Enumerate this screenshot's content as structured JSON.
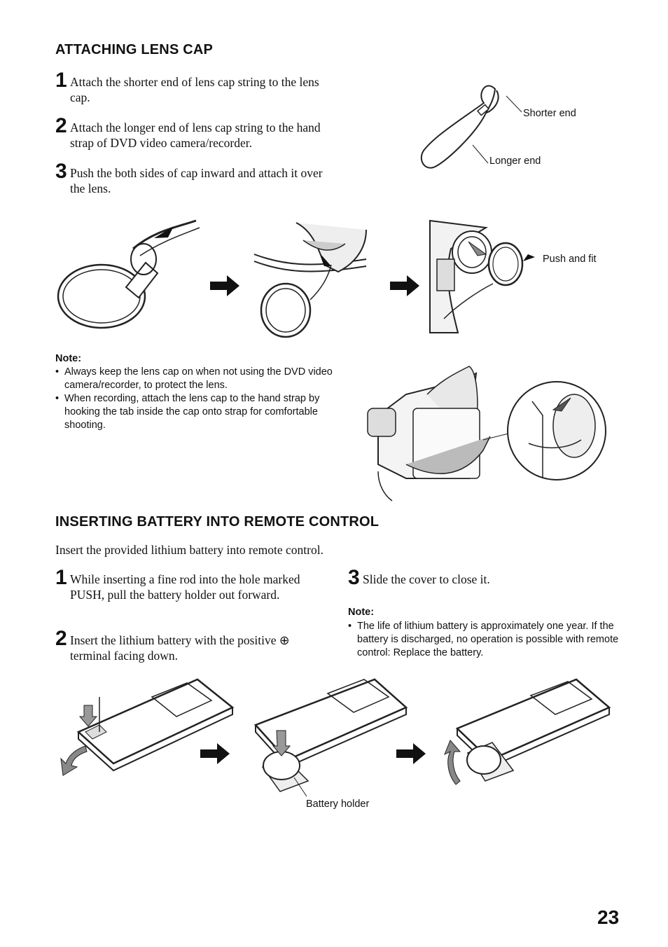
{
  "lens_cap": {
    "heading": "ATTACHING LENS CAP",
    "steps": [
      {
        "num": "1",
        "text": "Attach the shorter end of lens cap string to the lens cap."
      },
      {
        "num": "2",
        "text": "Attach the longer end of lens cap string to the hand strap of DVD video camera/recorder."
      },
      {
        "num": "3",
        "text": "Push the both sides of cap inward and attach it over the lens."
      }
    ],
    "labels": {
      "shorter_end": "Shorter end",
      "longer_end": "Longer end",
      "push_fit": "Push and fit"
    },
    "note": {
      "title": "Note:",
      "items": [
        "Always keep the lens cap on when not using the DVD video camera/recorder, to protect the lens.",
        "When recording, attach the lens cap to the hand strap by hooking the tab inside the cap onto strap for comfortable shooting."
      ]
    }
  },
  "battery": {
    "heading": "INSERTING BATTERY INTO REMOTE CONTROL",
    "intro": "Insert the provided lithium battery into remote control.",
    "steps": [
      {
        "num": "1",
        "text": "While inserting a fine rod into the hole marked PUSH, pull the battery holder out forward."
      },
      {
        "num": "2",
        "text": "Insert the lithium battery with the positive ⊕ terminal facing down."
      },
      {
        "num": "3",
        "text": "Slide the cover to close it."
      }
    ],
    "note": {
      "title": "Note:",
      "items": [
        "The life of lithium battery is approximately one year. If the battery is discharged, no operation is possible with remote control: Replace the battery."
      ]
    },
    "labels": {
      "battery_holder": "Battery holder"
    }
  },
  "page_number": "23"
}
